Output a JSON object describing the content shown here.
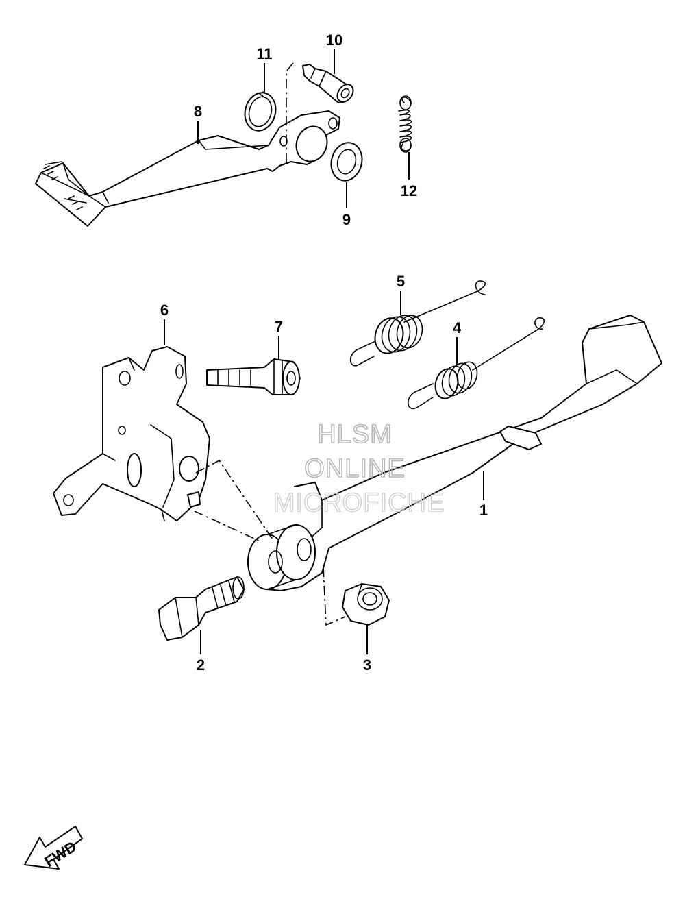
{
  "callouts": [
    {
      "id": "1",
      "label": "1"
    },
    {
      "id": "2",
      "label": "2"
    },
    {
      "id": "3",
      "label": "3"
    },
    {
      "id": "4",
      "label": "4"
    },
    {
      "id": "5",
      "label": "5"
    },
    {
      "id": "6",
      "label": "6"
    },
    {
      "id": "7",
      "label": "7"
    },
    {
      "id": "8",
      "label": "8"
    },
    {
      "id": "9",
      "label": "9"
    },
    {
      "id": "10",
      "label": "10"
    },
    {
      "id": "11",
      "label": "11"
    },
    {
      "id": "12",
      "label": "12"
    }
  ],
  "watermark": {
    "line1": "HLSM",
    "line2": "ONLINE",
    "line3": "MICROFICHE"
  },
  "direction_badge": {
    "label": "FWD",
    "icon": "fwd-arrow-icon"
  }
}
